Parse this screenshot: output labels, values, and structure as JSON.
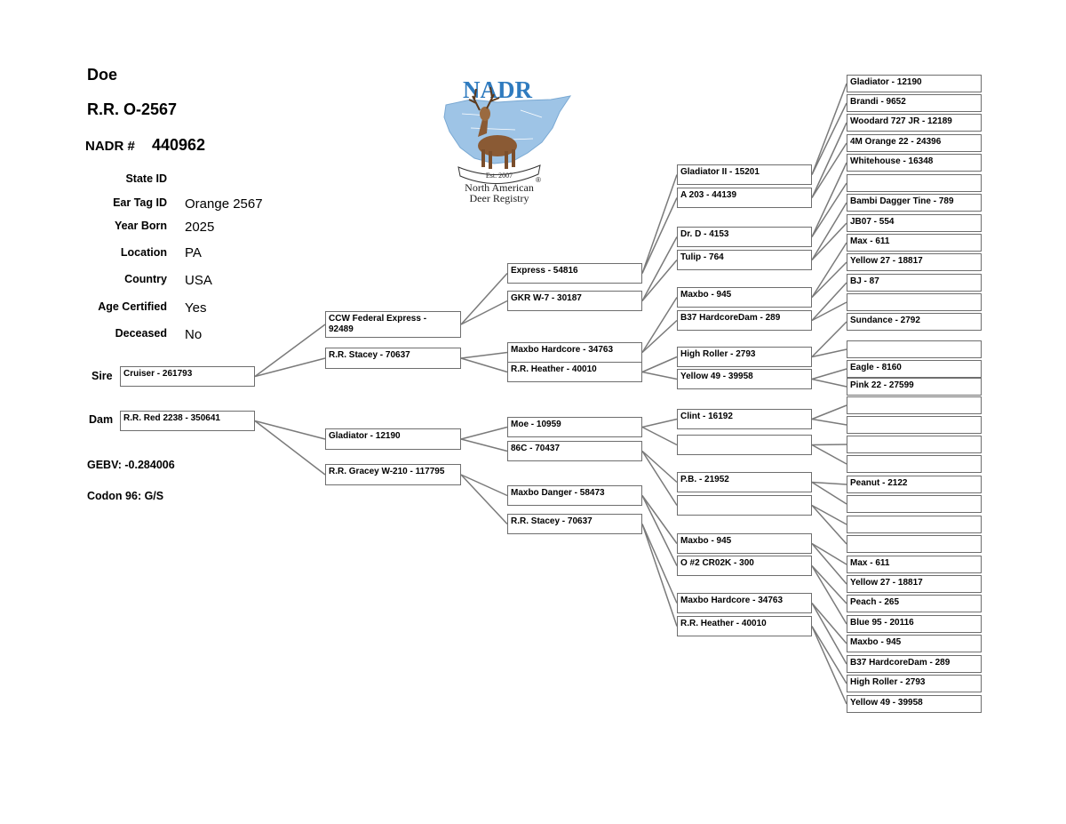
{
  "header": {
    "sex": "Doe",
    "name": "R.R. O-2567",
    "nadr_label": "NADR #",
    "nadr_number": "440962"
  },
  "logo": {
    "acronym": "NADR",
    "est": "Est. 2007",
    "registered": "®",
    "line1": "North American",
    "line2": "Deer Registry"
  },
  "fields": [
    {
      "label": "State ID",
      "value": ""
    },
    {
      "label": "Ear Tag ID",
      "value": "Orange 2567"
    },
    {
      "label": "Year Born",
      "value": "2025"
    },
    {
      "label": "Location",
      "value": "PA"
    },
    {
      "label": "Country",
      "value": "USA"
    },
    {
      "label": "Age Certified",
      "value": "Yes"
    },
    {
      "label": "Deceased",
      "value": "No"
    }
  ],
  "sire_label": "Sire",
  "dam_label": "Dam",
  "gebv": "GEBV: -0.284006",
  "codon": "Codon 96: G/S",
  "pedigree": {
    "gen1": [
      "Cruiser - 261793",
      "R.R. Red 2238 - 350641"
    ],
    "gen2": [
      "CCW Federal Express -\n92489",
      "R.R. Stacey - 70637",
      "Gladiator - 12190",
      "R.R. Gracey W-210 - 117795"
    ],
    "gen3": [
      "Express - 54816",
      "GKR W-7 - 30187",
      "Maxbo Hardcore - 34763",
      "R.R. Heather - 40010",
      "Moe - 10959",
      "86C - 70437",
      "Maxbo Danger - 58473",
      "R.R. Stacey - 70637"
    ],
    "gen4": [
      "Gladiator II - 15201",
      "A 203 - 44139",
      "Dr. D - 4153",
      "Tulip - 764",
      "Maxbo - 945",
      "B37 HardcoreDam  - 289",
      "High Roller - 2793",
      "Yellow 49 - 39958",
      "Clint - 16192",
      "",
      "P.B. - 21952",
      "",
      "Maxbo - 945",
      "O #2 CR02K - 300",
      "Maxbo Hardcore - 34763",
      "R.R. Heather - 40010"
    ],
    "gen5": [
      "Gladiator - 12190",
      "Brandi - 9652",
      "Woodard 727 JR - 12189",
      "4M Orange 22 - 24396",
      "Whitehouse - 16348",
      "",
      "Bambi Dagger Tine - 789",
      "JB07 - 554",
      "Max - 611",
      "Yellow 27 - 18817",
      "BJ - 87",
      "",
      "Sundance - 2792",
      "",
      "Eagle - 8160",
      "Pink 22 - 27599",
      "",
      "",
      "",
      "",
      "Peanut - 2122",
      "",
      "",
      "",
      "Max - 611",
      "Yellow 27 - 18817",
      "Peach - 265",
      "Blue 95 - 20116",
      "Maxbo - 945",
      "B37 HardcoreDam  - 289",
      "High Roller - 2793",
      "Yellow 49 - 39958"
    ]
  }
}
